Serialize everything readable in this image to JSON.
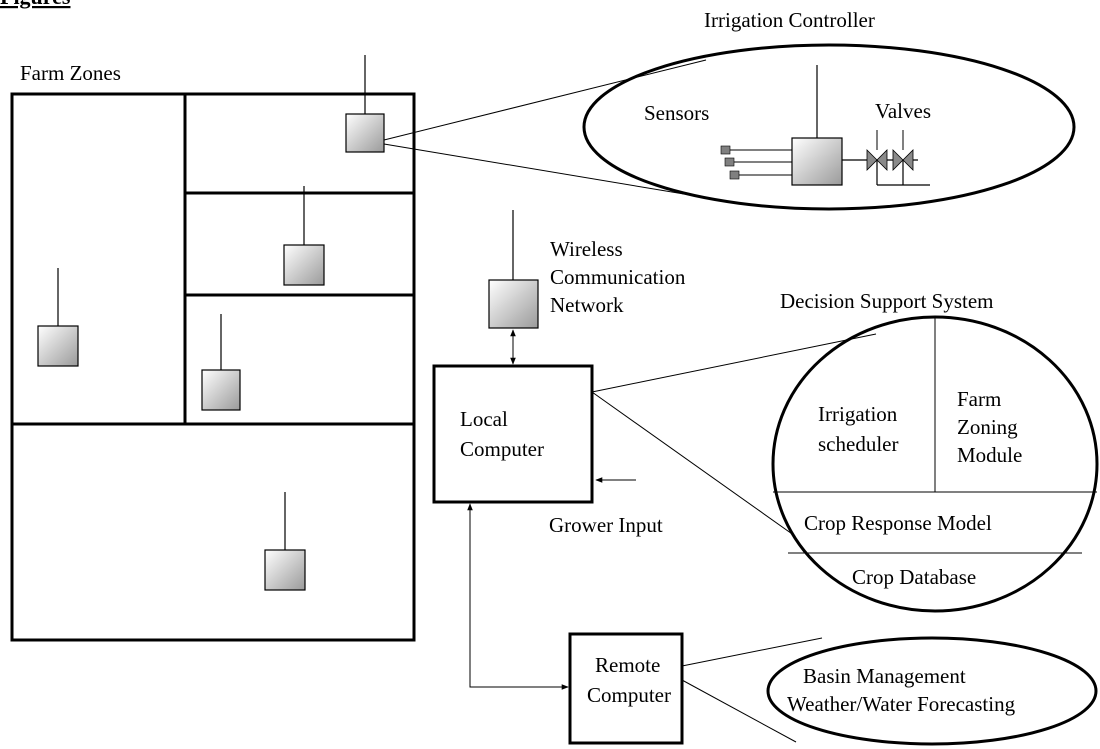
{
  "heading": "Figures",
  "labels": {
    "farm_zones": "Farm Zones",
    "irrigation_controller": "Irrigation Controller",
    "sensors": "Sensors",
    "valves": "Valves",
    "wireless_line1": "Wireless",
    "wireless_line2": "Communication",
    "wireless_line3": "Network",
    "decision_support_system": "Decision Support System",
    "local_computer_line1": "Local",
    "local_computer_line2": "Computer",
    "grower_input": "Grower Input",
    "irrigation_scheduler_line1": "Irrigation",
    "irrigation_scheduler_line2": "scheduler",
    "farm_zoning_line1": "Farm",
    "farm_zoning_line2": "Zoning",
    "farm_zoning_line3": "Module",
    "crop_response_model": "Crop Response Model",
    "crop_database": "Crop Database",
    "remote_computer_line1": "Remote",
    "remote_computer_line2": "Computer",
    "basin_line1": "Basin Management",
    "basin_line2": "Weather/Water Forecasting"
  },
  "colors": {
    "stroke": "#000000",
    "device_gradient_light": "#ffffff",
    "device_gradient_dark": "#9a9a9a",
    "sensor_fill": "#808080",
    "valve_fill": "#8a8a8a"
  }
}
